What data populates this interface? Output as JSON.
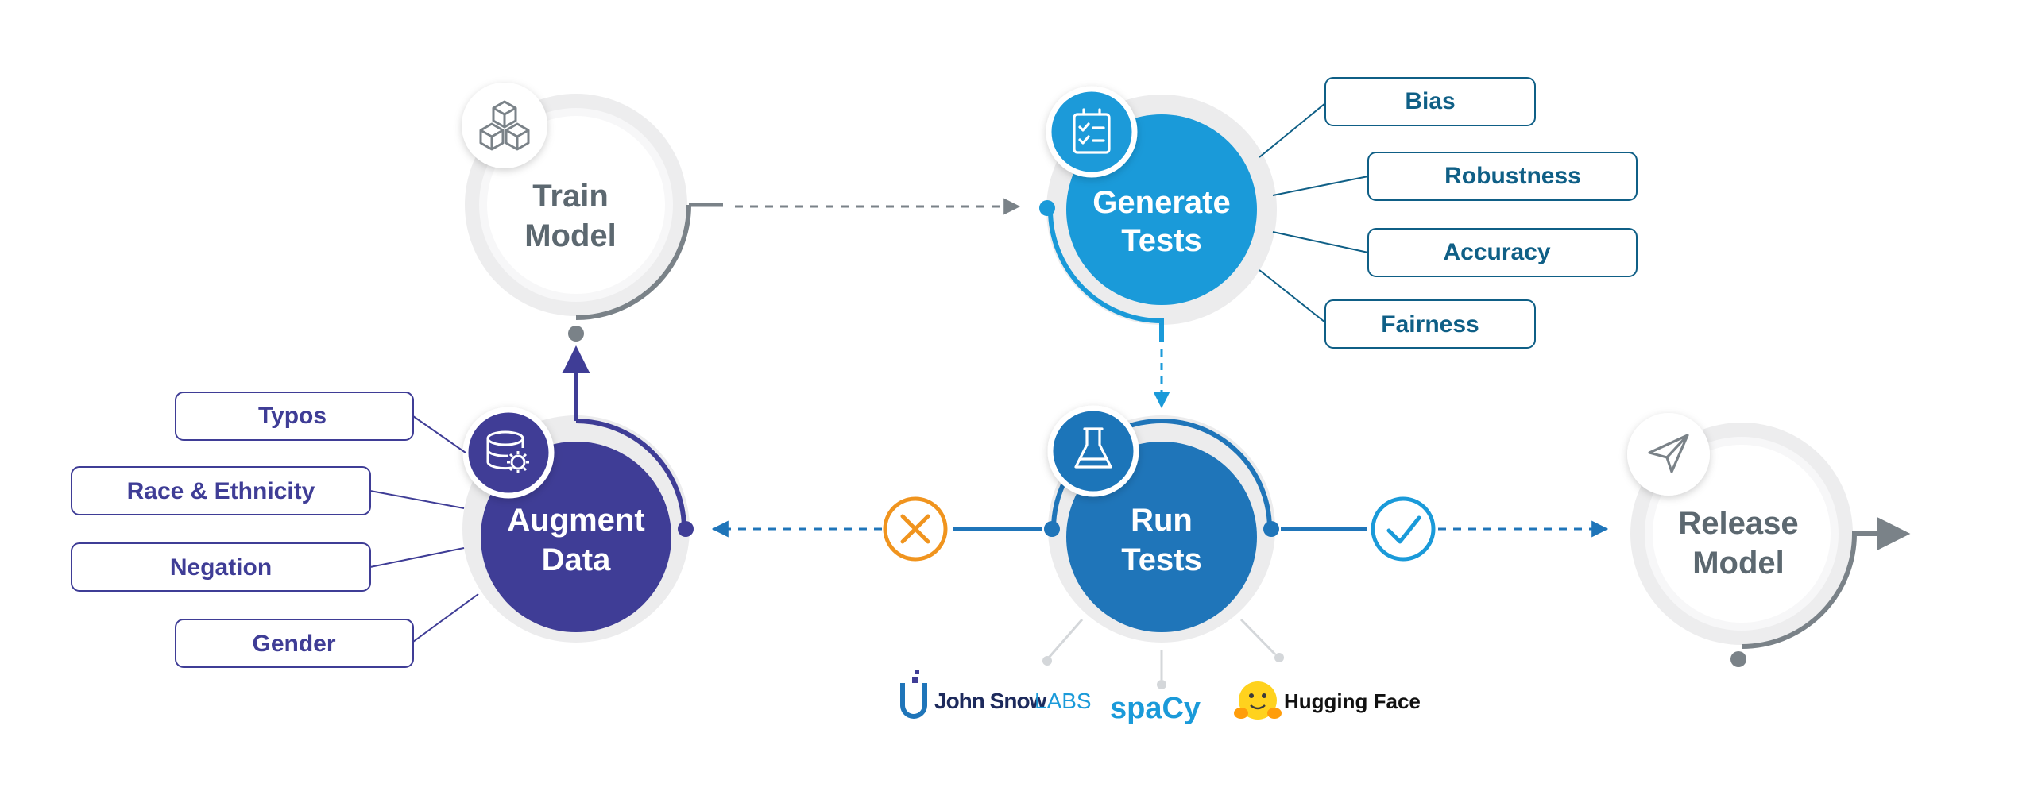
{
  "diagram": {
    "nodes": {
      "train": {
        "line1": "Train",
        "line2": "Model"
      },
      "generate": {
        "line1": "Generate",
        "line2": "Tests"
      },
      "run": {
        "line1": "Run",
        "line2": "Tests"
      },
      "augment": {
        "line1": "Augment",
        "line2": "Data"
      },
      "release": {
        "line1": "Release",
        "line2": "Model"
      }
    },
    "test_categories": [
      "Bias",
      "Robustness",
      "Accuracy",
      "Fairness"
    ],
    "augmentation_types": [
      "Typos",
      "Race & Ethnicity",
      "Negation",
      "Gender"
    ],
    "libraries": {
      "john_snow_labs": {
        "name": "John Snow",
        "suffix": "LABS"
      },
      "spacy": "spaCy",
      "hugging_face": "Hugging Face"
    },
    "icons": {
      "train": "cubes-icon",
      "generate": "checklist-icon",
      "run": "flask-icon",
      "augment": "database-gear-icon",
      "release": "paper-plane-icon",
      "fail": "x-circle-icon",
      "pass": "check-circle-icon"
    },
    "colors": {
      "generate_blue": "#1a9ad9",
      "run_blue": "#1f75b9",
      "augment_purple": "#3f3d96",
      "gray_text": "#5c6870",
      "tag_blue_text": "#0f5f86",
      "tag_purple_text": "#3f3d96",
      "fail_orange": "#f0941e",
      "pass_blue": "#1a9ad9"
    }
  }
}
